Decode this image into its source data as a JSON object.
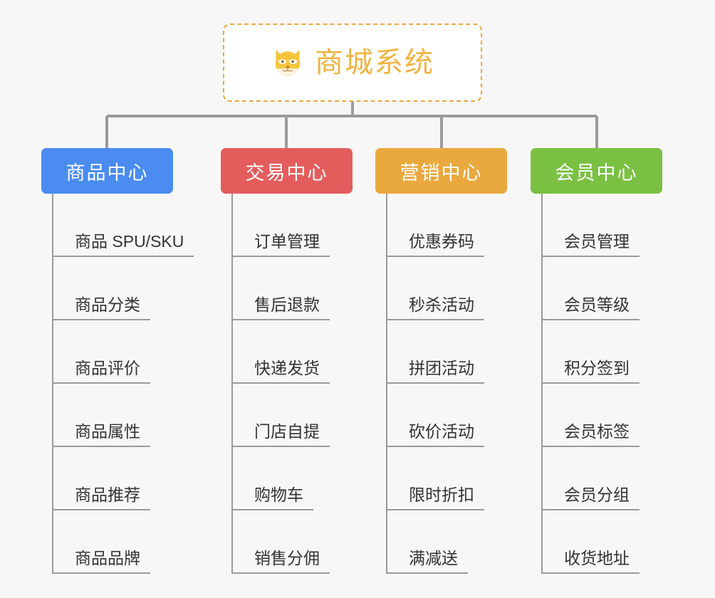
{
  "canvas": {
    "background": "#f7f7f7",
    "line_color": "#9b9b9b"
  },
  "root": {
    "title": "商城系统",
    "icon": "shiba-dog-face-icon",
    "text_color": "#efb441",
    "border_color": "#e9a93c",
    "background": "#ffffff"
  },
  "branches": [
    {
      "label": "商品中心",
      "color": "#4a8cf0",
      "leaves": [
        "商品 SPU/SKU",
        "商品分类",
        "商品评价",
        "商品属性",
        "商品推荐",
        "商品品牌"
      ]
    },
    {
      "label": "交易中心",
      "color": "#e45d5d",
      "leaves": [
        "订单管理",
        "售后退款",
        "快递发货",
        "门店自提",
        "购物车",
        "销售分佣"
      ]
    },
    {
      "label": "营销中心",
      "color": "#eaa93f",
      "leaves": [
        "优惠券码",
        "秒杀活动",
        "拼团活动",
        "砍价活动",
        "限时折扣",
        "满减送"
      ]
    },
    {
      "label": "会员中心",
      "color": "#7ac143",
      "leaves": [
        "会员管理",
        "会员等级",
        "积分签到",
        "会员标签",
        "会员分组",
        "收货地址"
      ]
    }
  ]
}
